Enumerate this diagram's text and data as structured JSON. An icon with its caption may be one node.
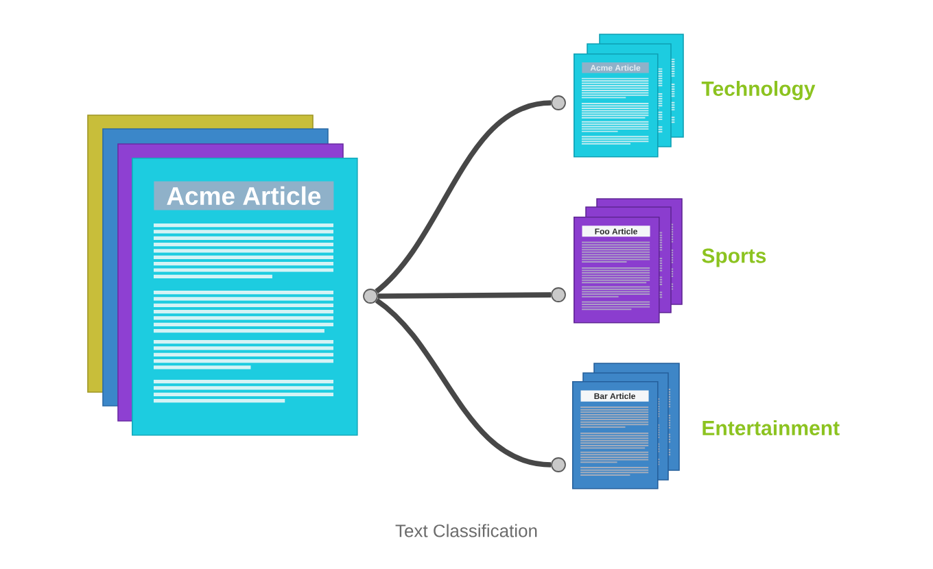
{
  "diagram": {
    "caption": "Text Classification",
    "nodes": [
      {
        "text": [
          "Acme Article"
        ]
      },
      {
        "text": [],
        "shape": "circle"
      },
      {
        "text": [],
        "shape": "circle"
      },
      {
        "text": [],
        "shape": "circle"
      },
      {
        "text": [],
        "shape": "circle"
      },
      {
        "text": [
          "Acme Article"
        ],
        "beside": [
          "Technology"
        ]
      },
      {
        "text": [
          "Foo Article"
        ],
        "beside": [
          "Sports"
        ]
      },
      {
        "text": [
          "Bar Article"
        ],
        "beside": [
          "Entertainment"
        ]
      }
    ],
    "edges": [
      {
        "from": 1,
        "to": 2,
        "arrow": "none"
      },
      {
        "from": 1,
        "to": 3,
        "arrow": "none"
      },
      {
        "from": 1,
        "to": 4,
        "arrow": "none"
      }
    ]
  }
}
